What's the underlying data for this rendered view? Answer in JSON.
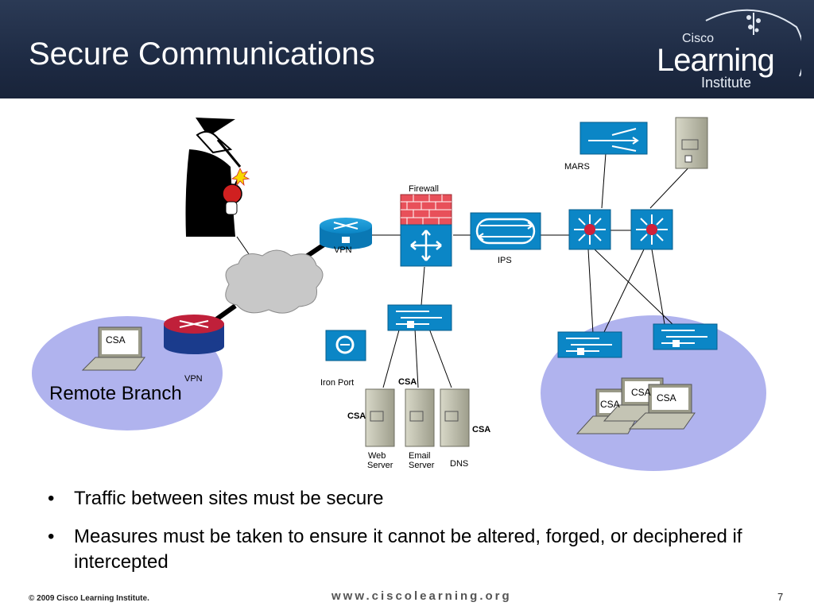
{
  "header": {
    "title": "Secure Communications"
  },
  "logo": {
    "cisco": "Cisco",
    "learning": "Learning",
    "institute": "Institute"
  },
  "diagram": {
    "firewall": "Firewall",
    "vpn_hq": "VPN",
    "vpn_branch": "VPN",
    "ips": "IPS",
    "mars": "MARS",
    "iron_port": "Iron Port",
    "csa_branch": "CSA",
    "csa_web": "CSA",
    "csa_email": "CSA",
    "csa_dns": "CSA",
    "csa_lan1": "CSA",
    "csa_lan2": "CSA",
    "csa_lan3": "CSA",
    "web_server_1": "Web",
    "web_server_2": "Server",
    "email_server_1": "Email",
    "email_server_2": "Server",
    "dns": "DNS",
    "remote_branch": "Remote Branch"
  },
  "bullets": [
    "Traffic between sites must be secure",
    "Measures must be taken to ensure it cannot be altered, forged, or deciphered if intercepted"
  ],
  "footer": {
    "copyright": "© 2009 Cisco Learning Institute.",
    "url": "www.ciscolearning.org",
    "page": "7"
  }
}
